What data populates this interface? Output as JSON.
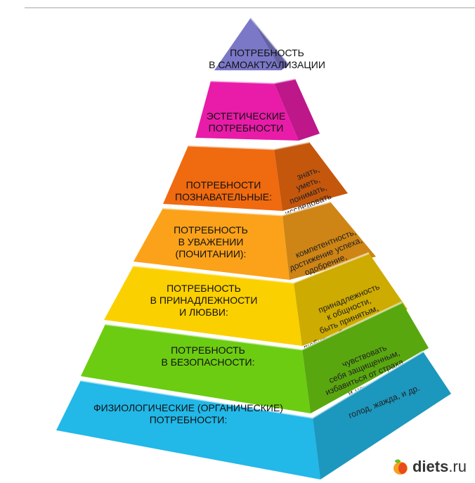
{
  "tiers": [
    {
      "title": [
        "ПОТРЕБНОСТЬ",
        "В САМОАКТУАЛИЗАЦИИ"
      ],
      "side": [],
      "color": "#7b78c8"
    },
    {
      "title": [
        "ЭСТЕТИЧЕСКИЕ",
        "ПОТРЕБНОСТИ"
      ],
      "side": [],
      "color": "#e81ca8"
    },
    {
      "title": [
        "ПОТРЕБНОСТИ",
        "ПОЗНАВАТЕЛЬНЫЕ:"
      ],
      "side": [
        "знать,",
        "уметь,",
        "понимать,",
        "исследовать"
      ],
      "color": "#f06a10"
    },
    {
      "title": [
        "ПОТРЕБНОСТЬ",
        "В УВАЖЕНИИ",
        "(ПОЧИТАНИИ):"
      ],
      "side": [
        "компетентность,",
        "достижение успеха,",
        "одобрение,",
        "признание"
      ],
      "color": "#fba21a"
    },
    {
      "title": [
        "ПОТРЕБНОСТЬ",
        "В ПРИНАДЛЕЖНОСТИ",
        "И ЛЮБВИ:"
      ],
      "side": [
        "принадлежность",
        "к общности,",
        "быть принятым,",
        "любить и быть любимым"
      ],
      "color": "#fbd000"
    },
    {
      "title": [
        "ПОТРЕБНОСТЬ",
        "В БЕЗОПАСНОСТИ:"
      ],
      "side": [
        "чувствовать",
        "себя защищенным,",
        "избавиться от страха",
        "и неудач"
      ],
      "color": "#6ccc12"
    },
    {
      "title": [
        "ФИЗИОЛОГИЧЕСКИЕ (ОРГАНИЧЕСКИЕ)",
        "ПОТРЕБНОСТИ:"
      ],
      "side": [
        "голод, жажда,      и др."
      ],
      "color": "#22b8e8"
    }
  ],
  "logo": {
    "name": "diets",
    "tld": ".ru"
  }
}
